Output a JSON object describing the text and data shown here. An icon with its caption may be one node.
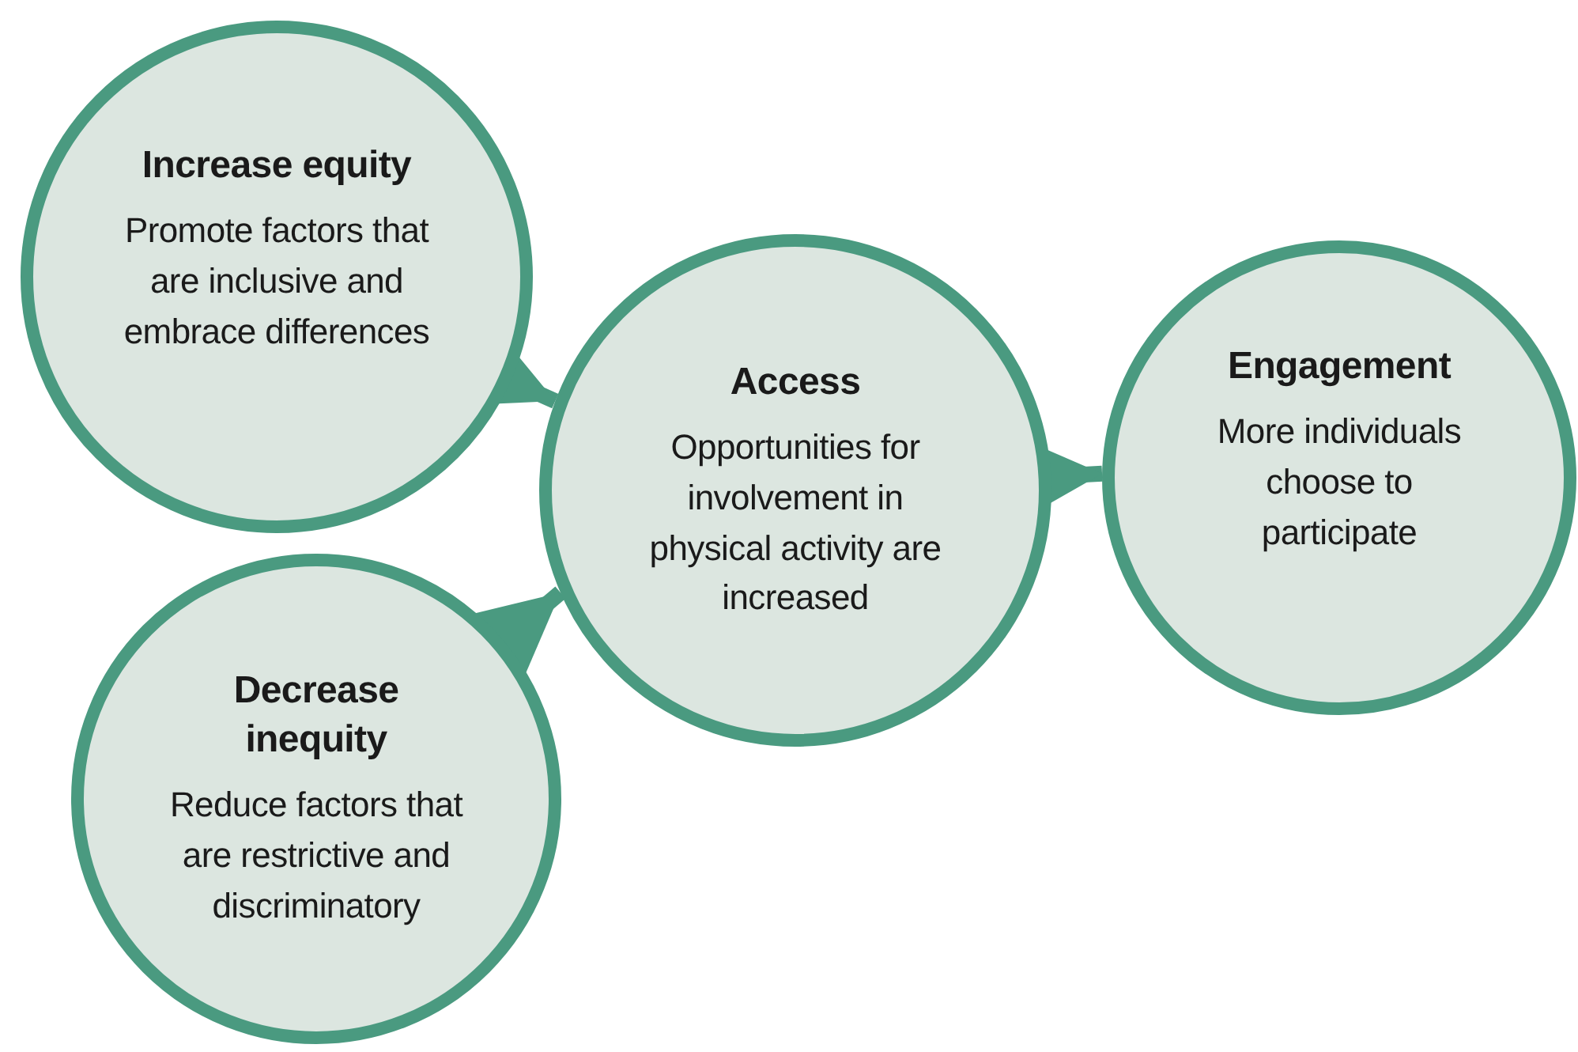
{
  "diagram": {
    "nodes": [
      {
        "text": [
          "Increase equity",
          "Promote factors that are inclusive and embrace differences"
        ]
      },
      {
        "text": [
          "Decrease inequity",
          "Reduce factors that are restrictive and discriminatory"
        ]
      },
      {
        "text": [
          "Access",
          "Opportunities for involvement in physical activity are increased"
        ]
      },
      {
        "text": [
          "Engagement",
          "More individuals choose to participate"
        ]
      }
    ],
    "edges": [
      {
        "from": 0,
        "to": 2,
        "arrow": "to"
      },
      {
        "from": 1,
        "to": 2,
        "arrow": "to"
      },
      {
        "from": 2,
        "to": 3,
        "arrow": "to"
      }
    ]
  }
}
